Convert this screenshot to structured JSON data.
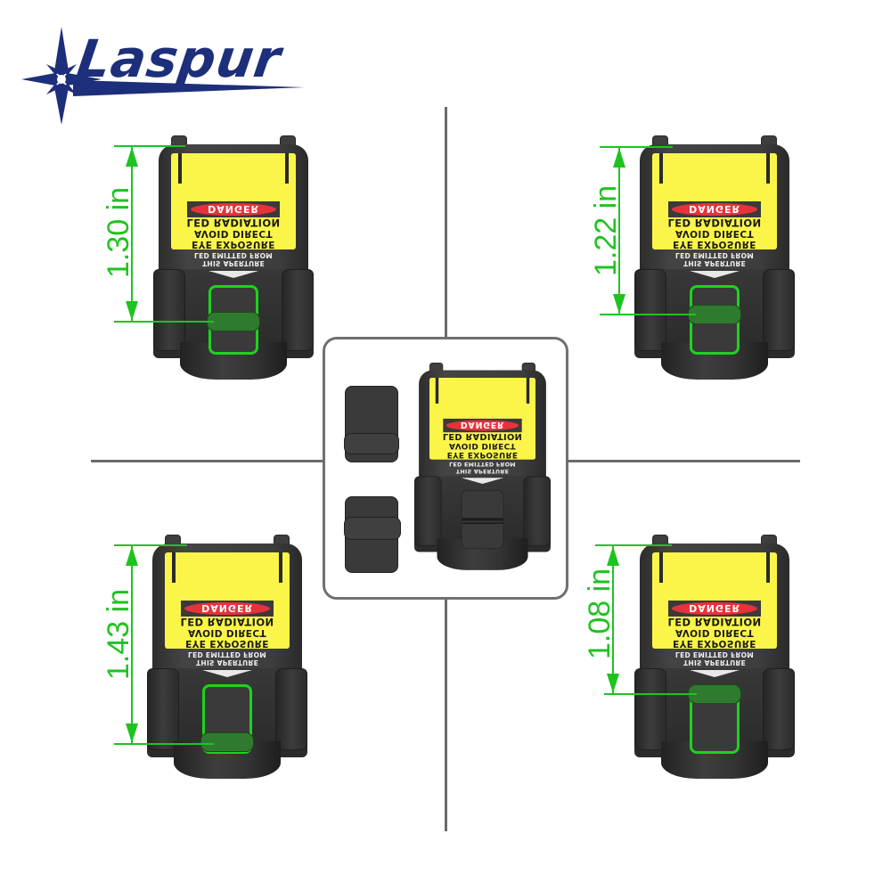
{
  "brand": {
    "name": "Laspur",
    "logo_icon": "compass-star-icon",
    "color": "#1d2f7a"
  },
  "colors": {
    "dimension_green": "#1fc31f",
    "label_yellow": "#fbf54a",
    "danger_red": "#e8323a",
    "body_dark": "#333333",
    "divider_gray": "#6b6b6b"
  },
  "product_label": {
    "danger": "DANGER",
    "lines": [
      "LED RADIATION",
      "AVOID DIRECT",
      "EYE EXPOSURE"
    ],
    "aperture_lines": [
      "LED EMITTED FROM",
      "THIS APERTURE"
    ],
    "text_orientation": "vertically flipped"
  },
  "quadrants": [
    {
      "position": "top-left",
      "dimension": "1.30 in",
      "slider_position": "middle"
    },
    {
      "position": "top-right",
      "dimension": "1.22 in",
      "slider_position": "upper-middle"
    },
    {
      "position": "bottom-left",
      "dimension": "1.43 in",
      "slider_position": "bottom"
    },
    {
      "position": "bottom-right",
      "dimension": "1.08 in",
      "slider_position": "top"
    }
  ],
  "center_panel": {
    "description": "Mount with two interchangeable slider inserts",
    "inserts": 2
  }
}
